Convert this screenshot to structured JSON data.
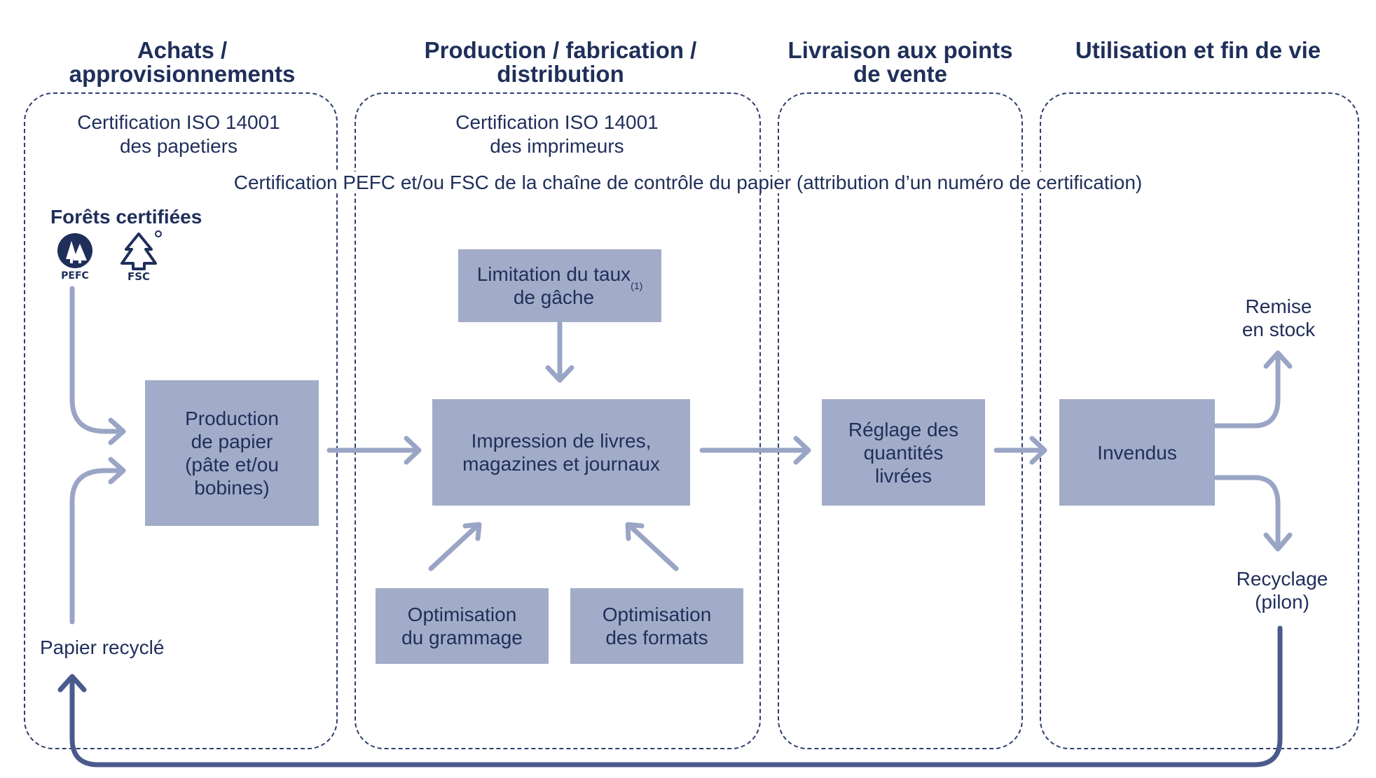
{
  "columns": {
    "achats": "Achats /\napprovisionnements",
    "production": "Production / fabrication /\ndistribution",
    "livraison": "Livraison aux points\nde vente",
    "utilisation": "Utilisation et fin de vie"
  },
  "certifications": {
    "papetiers": "Certification ISO 14001\ndes papetiers",
    "imprimeurs": "Certification ISO 14001\ndes imprimeurs",
    "chaine": "Certification PEFC et/ou FSC de la chaîne de contrôle du papier (attribution d’un numéro de certification)"
  },
  "forets": {
    "title": "Forêts certifiées",
    "pefc": "PEFC",
    "fsc": "FSC"
  },
  "boxes": {
    "production_papier": "Production\nde papier\n(pâte et/ou\nbobines)",
    "limitation": "Limitation du taux\nde gâche",
    "limitation_note": "(1)",
    "impression": "Impression de livres,\nmagazines et journaux",
    "grammage": "Optimisation\ndu grammage",
    "formats": "Optimisation\ndes formats",
    "reglage": "Réglage des\nquantités\nlivrées",
    "invendus": "Invendus"
  },
  "labels": {
    "papier_recycle": "Papier recyclé",
    "remise": "Remise\nen stock",
    "recyclage": "Recyclage\n(pilon)"
  },
  "colors": {
    "dark": "#1f2f5a",
    "box": "#a2acc8",
    "arrow_light": "#9aa5c6",
    "arrow_dark": "#4a5a8c"
  }
}
